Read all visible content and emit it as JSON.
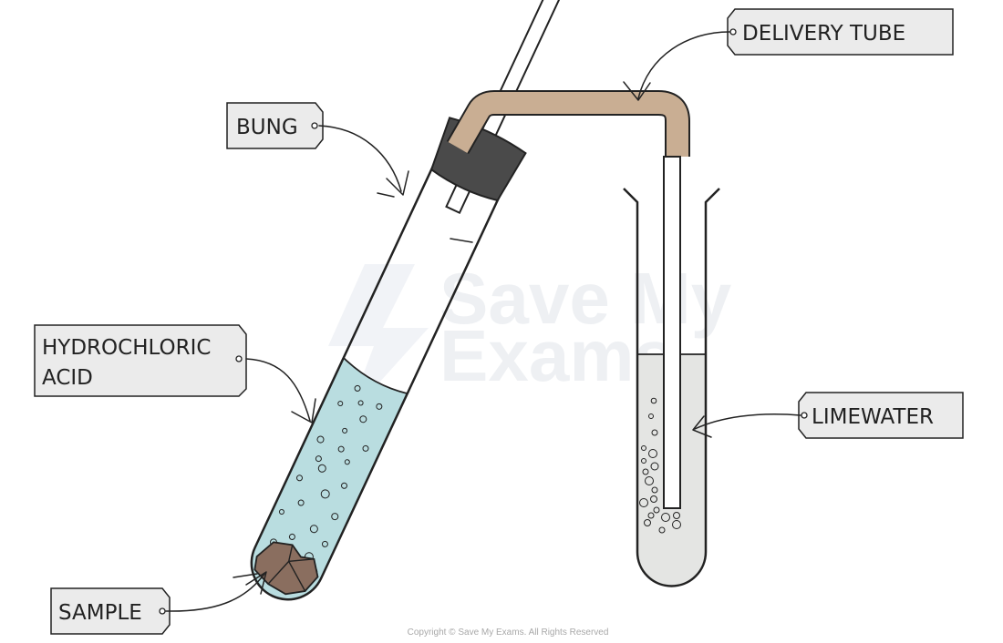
{
  "labels": {
    "delivery_tube": "DELIVERY TUBE",
    "bung": "BUNG",
    "hydrochloric_line1": "HYDROCHLORIC",
    "hydrochloric_line2": "ACID",
    "limewater": "LIMEWATER",
    "sample": "SAMPLE"
  },
  "watermark": {
    "line1": "Save My",
    "line2": "Exams"
  },
  "copyright": "Copyright © Save My Exams. All Rights Reserved",
  "colors": {
    "acid": "#b9dde0",
    "limewater": "#e4e5e3",
    "bung": "#4a4a4a",
    "delivery_tube": "#c9ae93",
    "sample": "#8a6e5f",
    "tag_fill": "#ebebeb",
    "outline": "#222222"
  }
}
